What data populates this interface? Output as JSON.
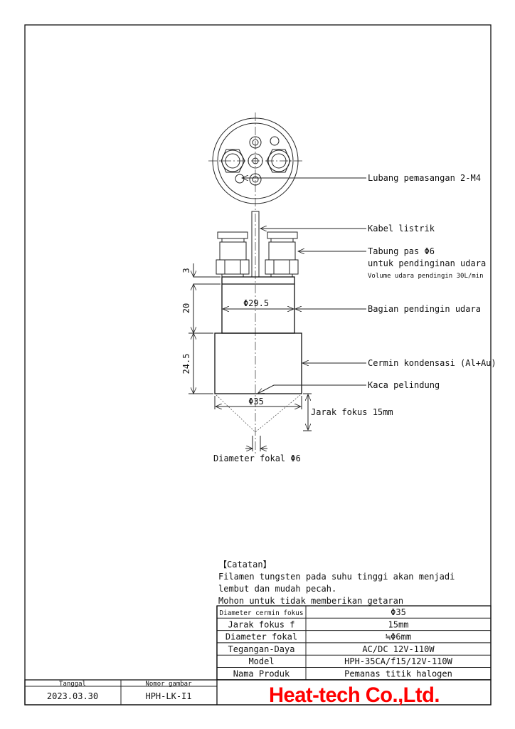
{
  "drawing": {
    "labels": {
      "mounting_holes": "Lubang pemasangan 2-M4",
      "cable": "Kabel listrik",
      "tube_fitting": "Tabung pas Φ6",
      "tube_fitting_line2": "untuk pendinginan udara",
      "air_volume": "Volume udara pendingin 30L/min",
      "cooling_part": "Bagian pendingin udara",
      "mirror": "Cermin kondensasi (Al+Au)",
      "protective_glass": "Kaca pelindung",
      "focal_distance": "Jarak fokus 15mm",
      "focal_diameter": "Diameter fokal Φ6"
    },
    "dimensions": {
      "plate": "3",
      "cooling_height": "20",
      "mirror_height": "24.5",
      "cooling_diameter": "Φ29.5",
      "mirror_diameter": "Φ35"
    }
  },
  "notes": {
    "title": "【Catatan】",
    "lines": [
      "Filamen tungsten pada suhu tinggi akan menjadi",
      "lembut dan mudah pecah.",
      "Mohon untuk tidak memberikan getaran"
    ]
  },
  "spec_table": [
    {
      "label": "Diameter cermin fokus",
      "value": "Φ35"
    },
    {
      "label": "Jarak fokus f",
      "value": "15mm"
    },
    {
      "label": "Diameter fokal",
      "value": "≒Φ6mm"
    },
    {
      "label": "Tegangan-Daya",
      "value": "AC/DC 12V-110W"
    },
    {
      "label": "Model",
      "value": "HPH-35CA/f15/12V-110W"
    },
    {
      "label": "Nama Produk",
      "value": "Pemanas titik halogen"
    }
  ],
  "title_block": {
    "date_label": "Tanggal",
    "date": "2023.03.30",
    "drawing_no_label": "Nomor gambar",
    "drawing_no": "HPH-LK-I1",
    "company": "Heat-tech Co.,Ltd.",
    "company_color": "#ff0000"
  }
}
